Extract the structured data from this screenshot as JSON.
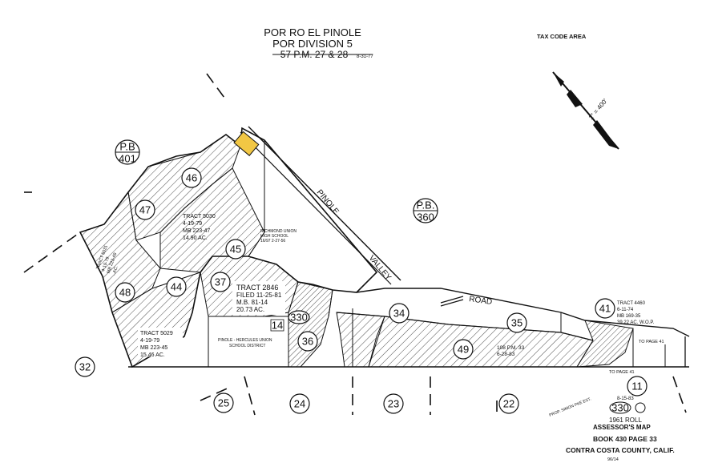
{
  "header": {
    "line1": "POR RO EL PINOLE",
    "line2": "POR DIVISION 5",
    "line3": "57 P.M. 27 & 28",
    "line3_date": "8-31-77",
    "tax_code": "TAX CODE AREA"
  },
  "scale": "1\" = 400'",
  "refs": [
    {
      "l1": "P.B",
      "l2": "401"
    },
    {
      "l1": "P.B.",
      "l2": "360"
    }
  ],
  "roads": {
    "pinole": "PINOLE",
    "valley": "VALLEY",
    "road": "ROAD"
  },
  "parcels": [
    "46",
    "47",
    "45",
    "44",
    "48",
    "37",
    "34",
    "35",
    "36",
    "49",
    "41",
    "32",
    "25",
    "24",
    "23",
    "22",
    "11"
  ],
  "book_330": "330",
  "parcel_14": "14",
  "tracts": {
    "t5030": [
      "TRACT 5030",
      "4-19-79",
      "MB 223-47",
      "14.90 AC."
    ],
    "t2846": [
      "TRACT 2846",
      "FILED 11-25-81",
      "M.B. 81-14",
      "20.73 AC."
    ],
    "t5029": [
      "TRACT 5029",
      "4-19-79",
      "MB 223-45",
      "15.46 AC."
    ],
    "t5031": [
      "TRACT 5031",
      "4-19-79",
      "MB 223-49",
      "..AC."
    ],
    "t4460": [
      "TRACT 4460",
      "6-11-74",
      "MB 169-35",
      "39.22 AC. W.O.P."
    ],
    "pm108": [
      "108 P.M. 33",
      "6-28-83"
    ]
  },
  "labels": {
    "school1": [
      "RICHMOND UNION",
      "HIGH SCHOOL",
      "16/97 2-27-56"
    ],
    "school2": [
      "PINOLE - HERCULES UNION",
      "SCHOOL DISTRICT"
    ],
    "to_page_41a": "TO PAGE 41",
    "to_page_41b": "TO PAGE 41",
    "prop_line": "PROP. SIMON PKE EST."
  },
  "footer": {
    "date": "8-15-83",
    "book_no": "330",
    "roll": "1961 ROLL",
    "title": "ASSESSOR'S MAP",
    "book": "BOOK 430 PAGE 33",
    "county": "CONTRA COSTA COUNTY, CALIF.",
    "code": "96/14"
  }
}
